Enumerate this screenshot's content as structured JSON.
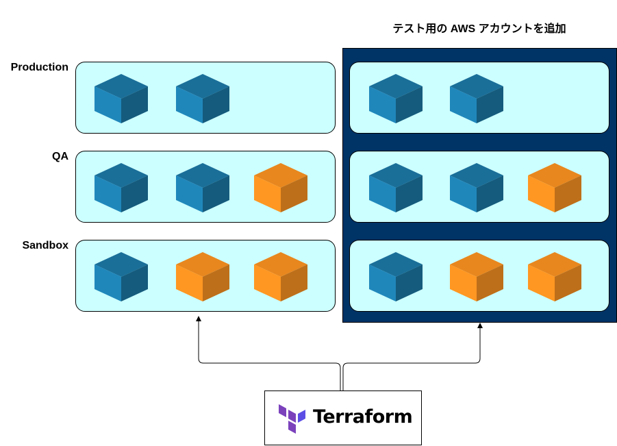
{
  "title": "テスト用の AWS アカウントを追加",
  "environments": [
    {
      "label": "Production",
      "existing_account_cubes": [
        "blue",
        "blue"
      ],
      "new_account_cubes": [
        "blue",
        "blue"
      ]
    },
    {
      "label": "QA",
      "existing_account_cubes": [
        "blue",
        "blue",
        "orange"
      ],
      "new_account_cubes": [
        "blue",
        "blue",
        "orange"
      ]
    },
    {
      "label": "Sandbox",
      "existing_account_cubes": [
        "blue",
        "orange",
        "orange"
      ],
      "new_account_cubes": [
        "blue",
        "orange",
        "orange"
      ]
    }
  ],
  "terraform": {
    "label": "Terraform"
  },
  "colors": {
    "environment_box": "#ccffff",
    "new_account_background": "#003366",
    "cube_blue": "#1a6f99",
    "cube_orange": "#e8871e",
    "terraform_logo": "#7b42bc"
  }
}
